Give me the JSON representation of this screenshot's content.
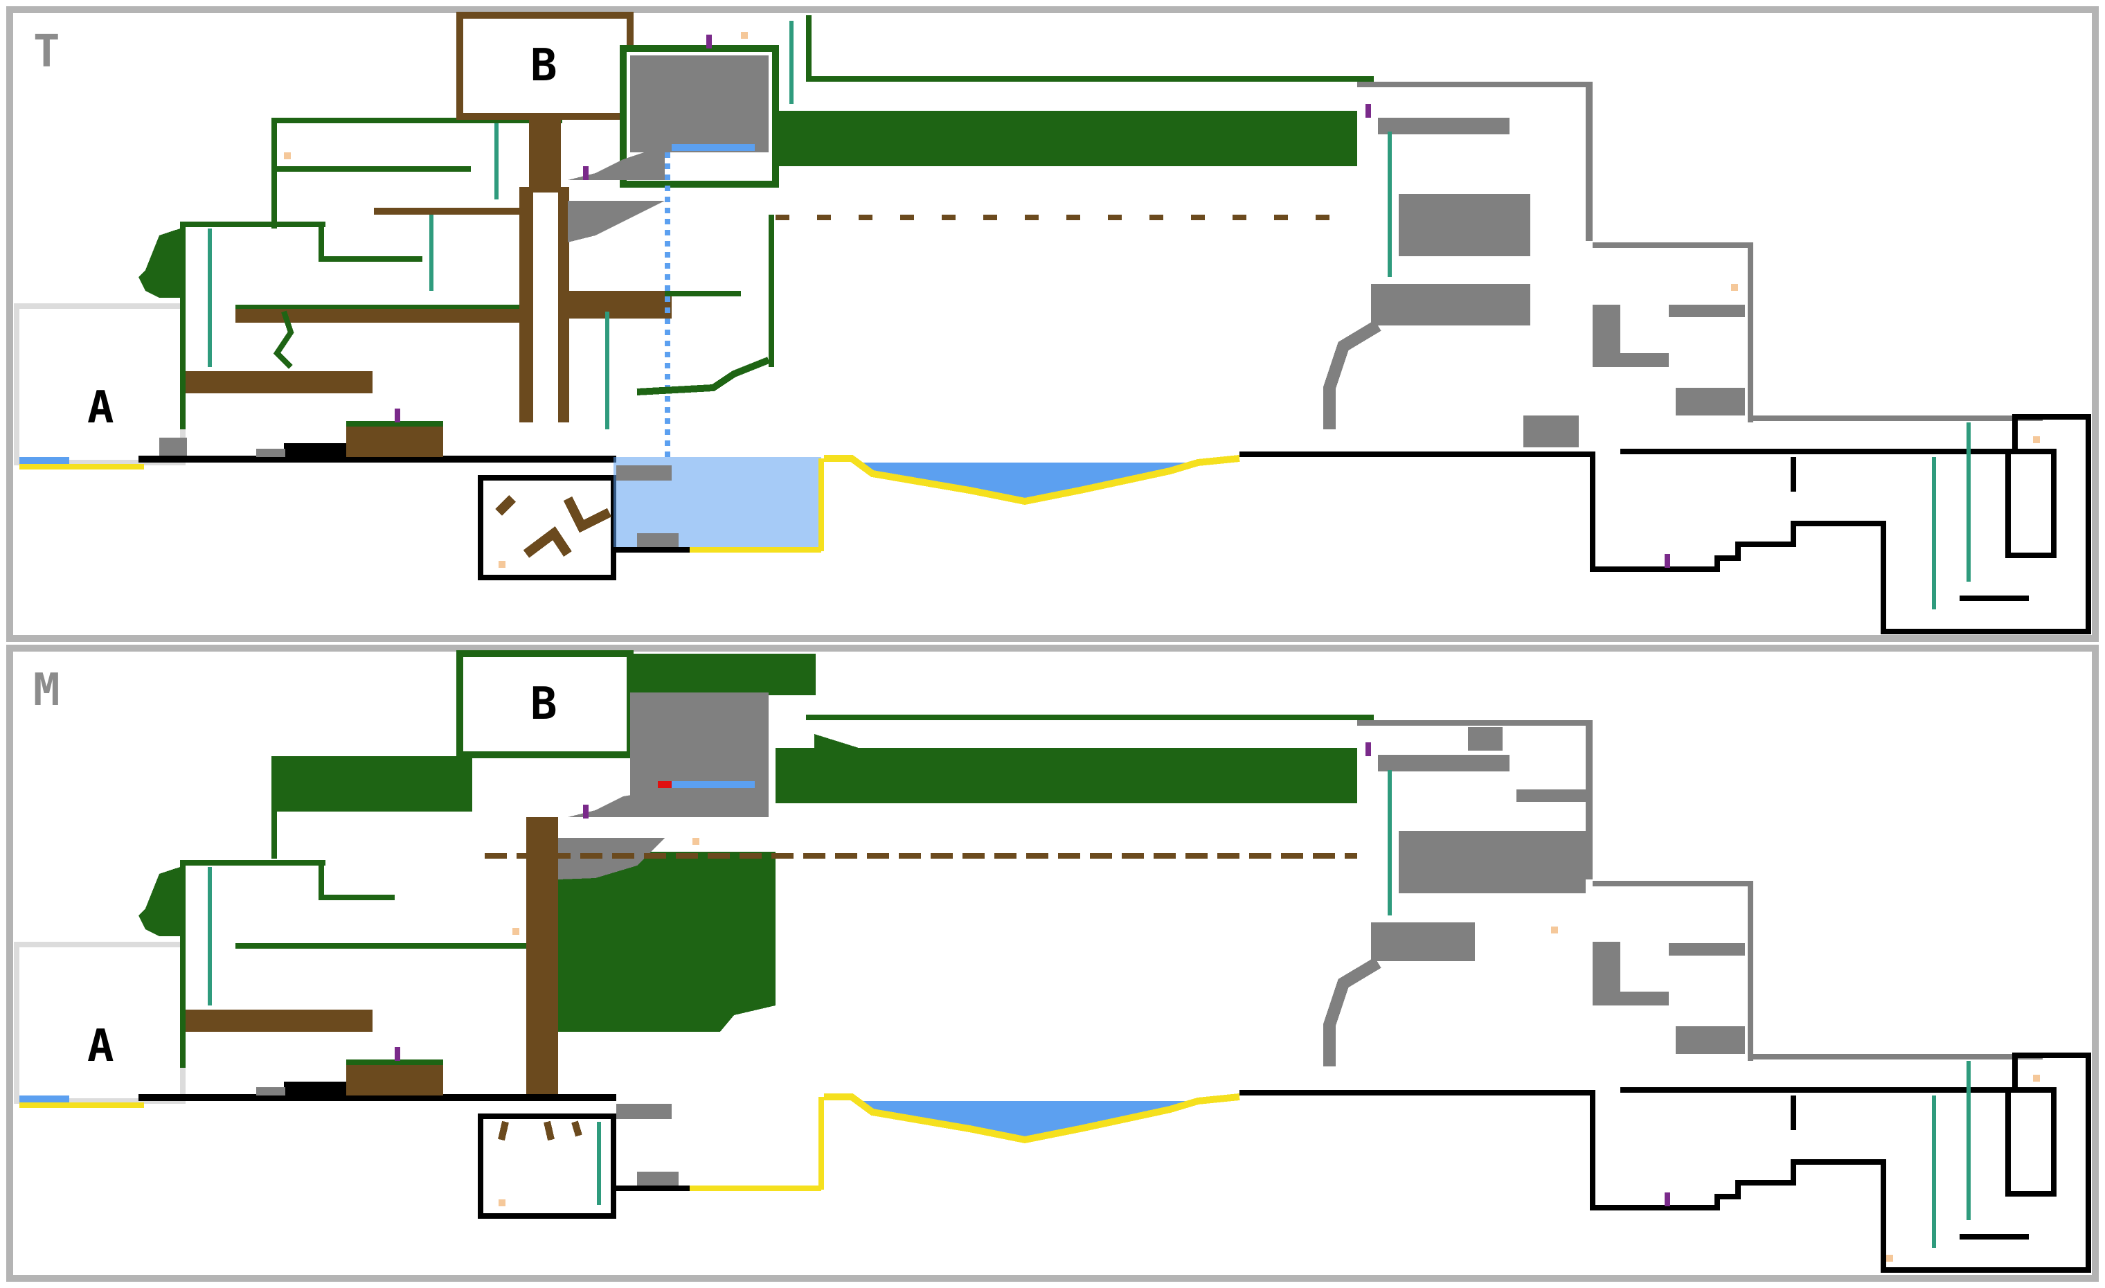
{
  "panels": [
    {
      "id": "top",
      "corner_label": "T",
      "rooms": [
        {
          "id": "A",
          "label": "A"
        },
        {
          "id": "B",
          "label": "B"
        }
      ]
    },
    {
      "id": "bottom",
      "corner_label": "M",
      "rooms": [
        {
          "id": "A",
          "label": "A"
        },
        {
          "id": "B",
          "label": "B"
        }
      ]
    }
  ],
  "colors": {
    "panel_border": "#b4b4b4",
    "wall_black": "#000000",
    "vine_green": "#1e6414",
    "wood_brown": "#6b4a1e",
    "rock_gray": "#808080",
    "water_blue": "#5ca0f0",
    "sand_yellow": "#f5e01e",
    "ladder_teal": "#2f9b7d",
    "marker_purple": "#7a2a8a",
    "pickup_peach": "#f5c89a",
    "hazard_red": "#e01010",
    "room_gray": "#dcdcdc"
  },
  "icons": {
    "pickup": "pickup-dot-icon",
    "marker": "purple-marker-icon",
    "ladder": "ladder-icon"
  }
}
